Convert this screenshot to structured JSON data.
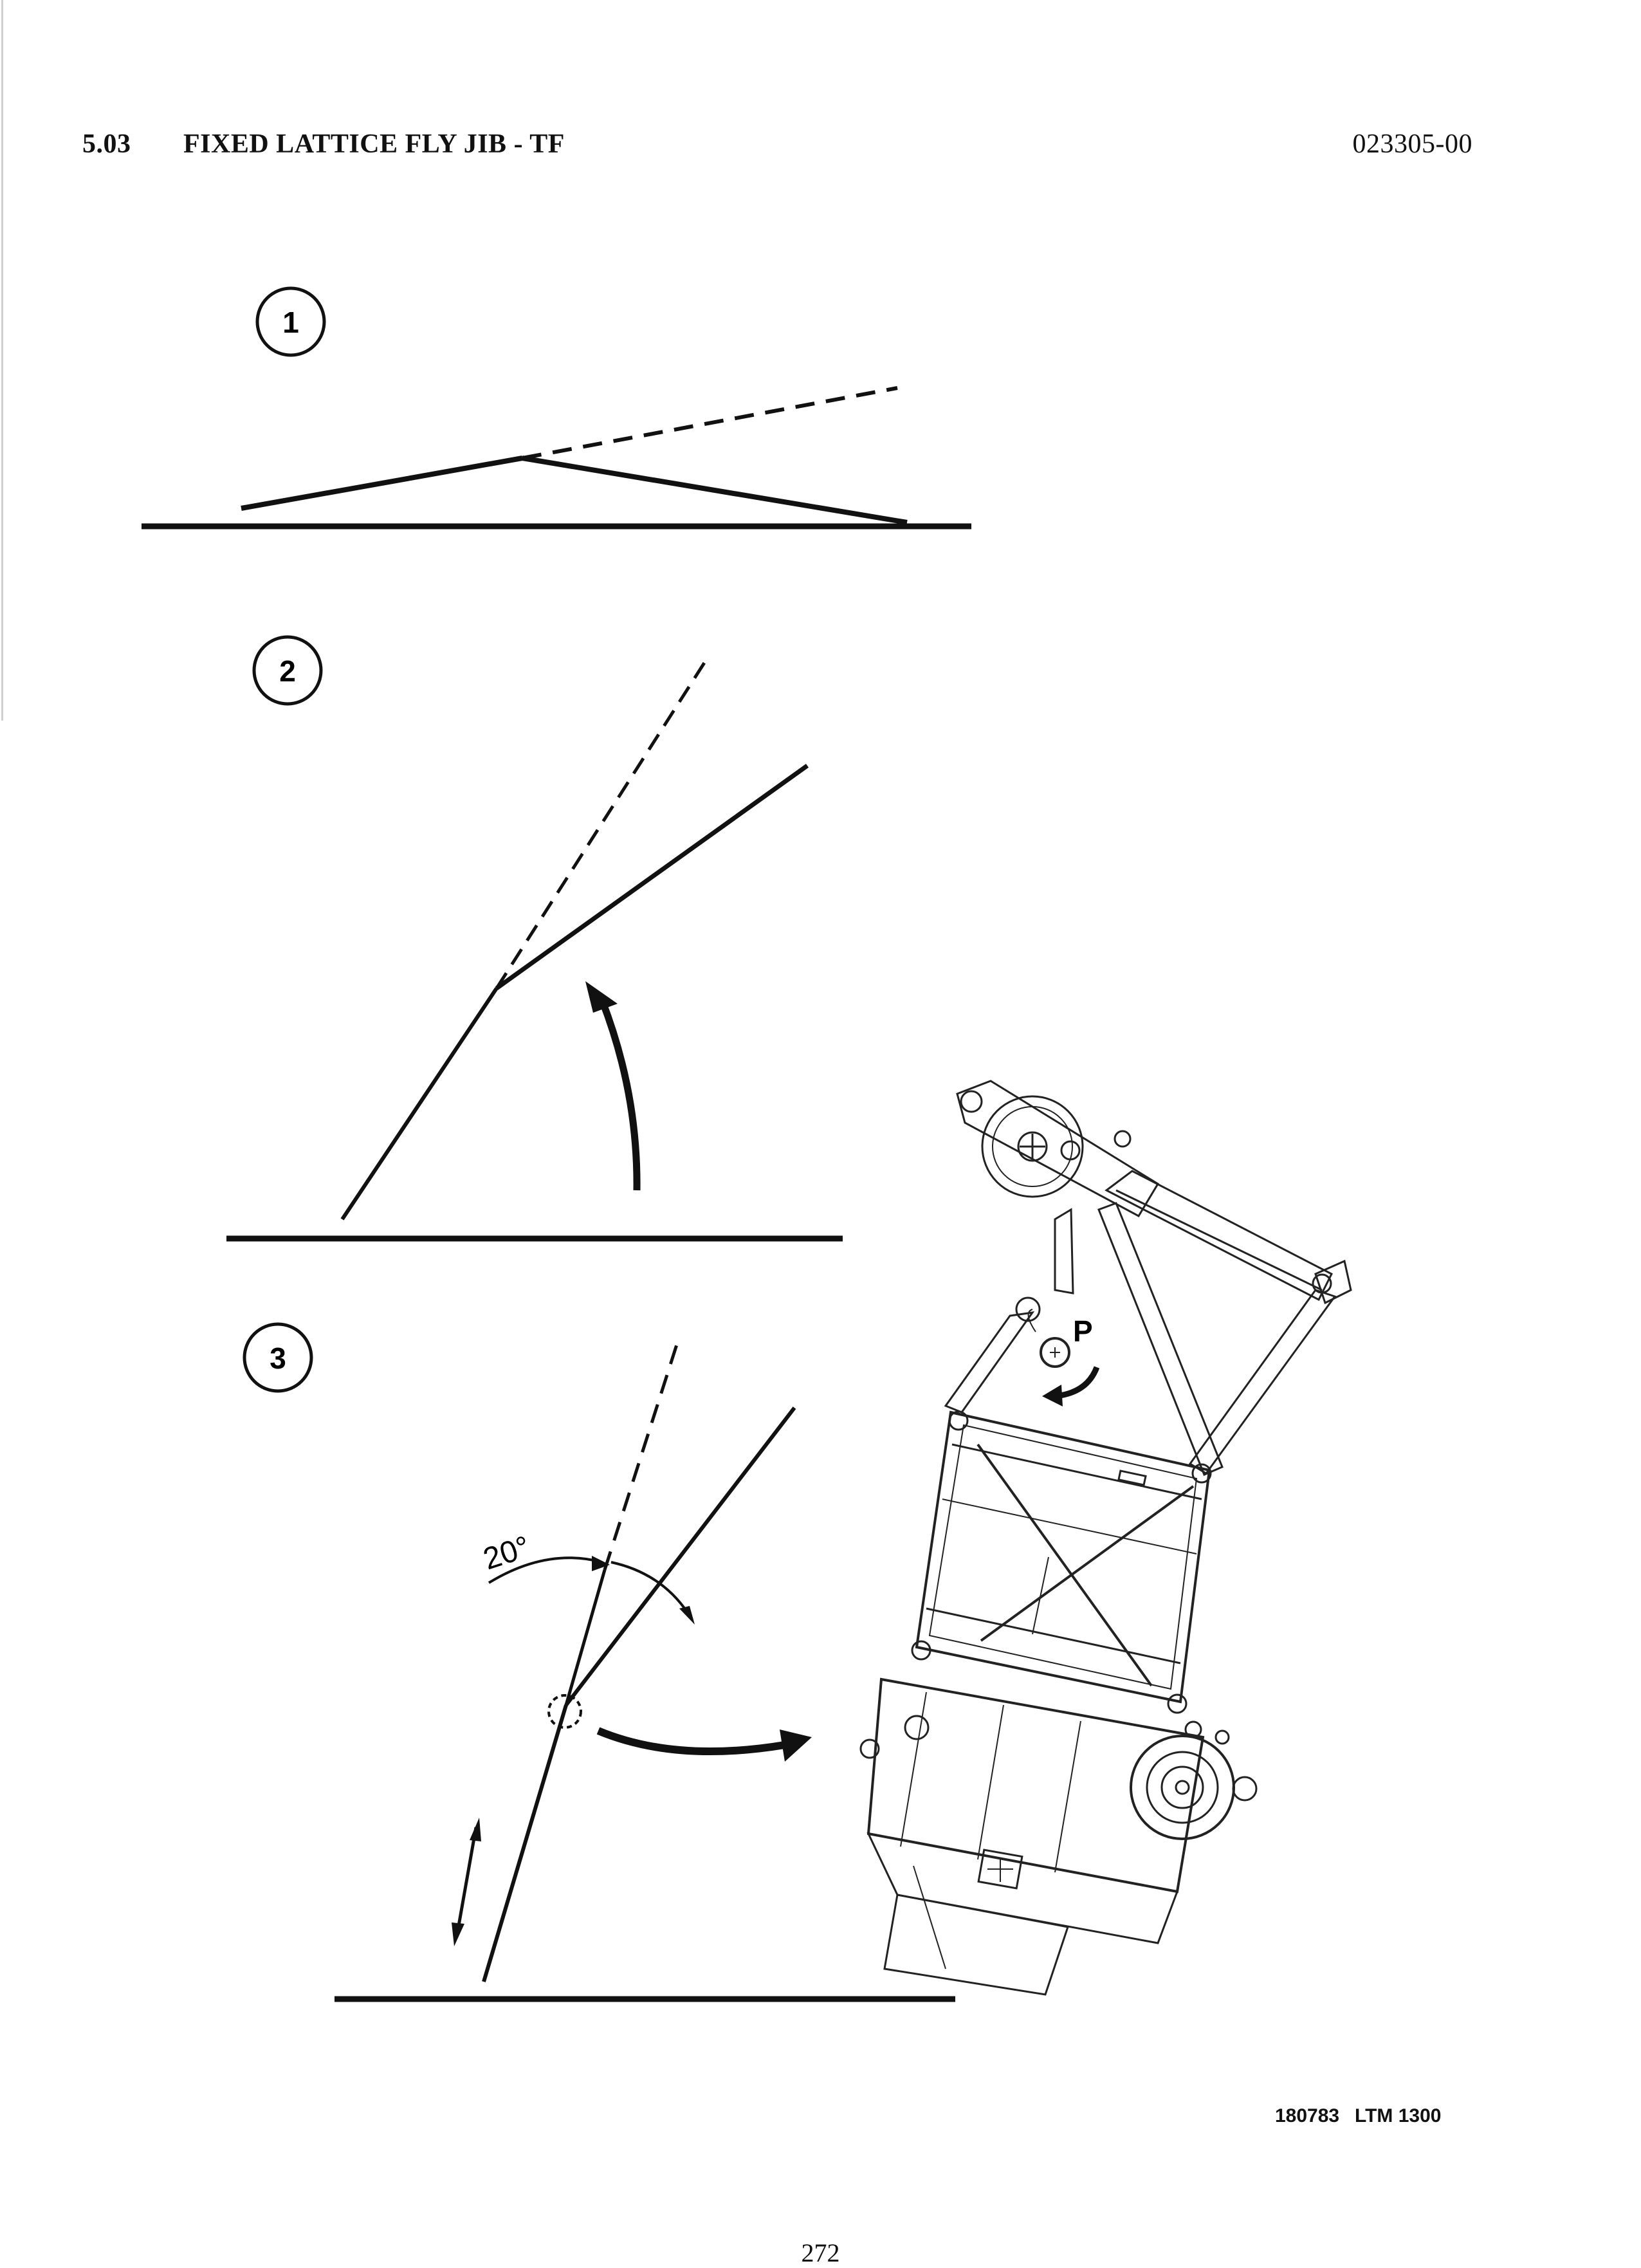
{
  "header": {
    "section_number": "5.03",
    "section_title": "FIXED LATTICE FLY JIB - TF",
    "document_number": "023305-00"
  },
  "figure": {
    "steps": [
      {
        "label": "1"
      },
      {
        "label": "2"
      },
      {
        "label": "3"
      }
    ],
    "angle_label": "20°",
    "pin_label": "P"
  },
  "footer": {
    "figure_code": "180783",
    "model": "LTM 1300",
    "page_number": "272"
  }
}
